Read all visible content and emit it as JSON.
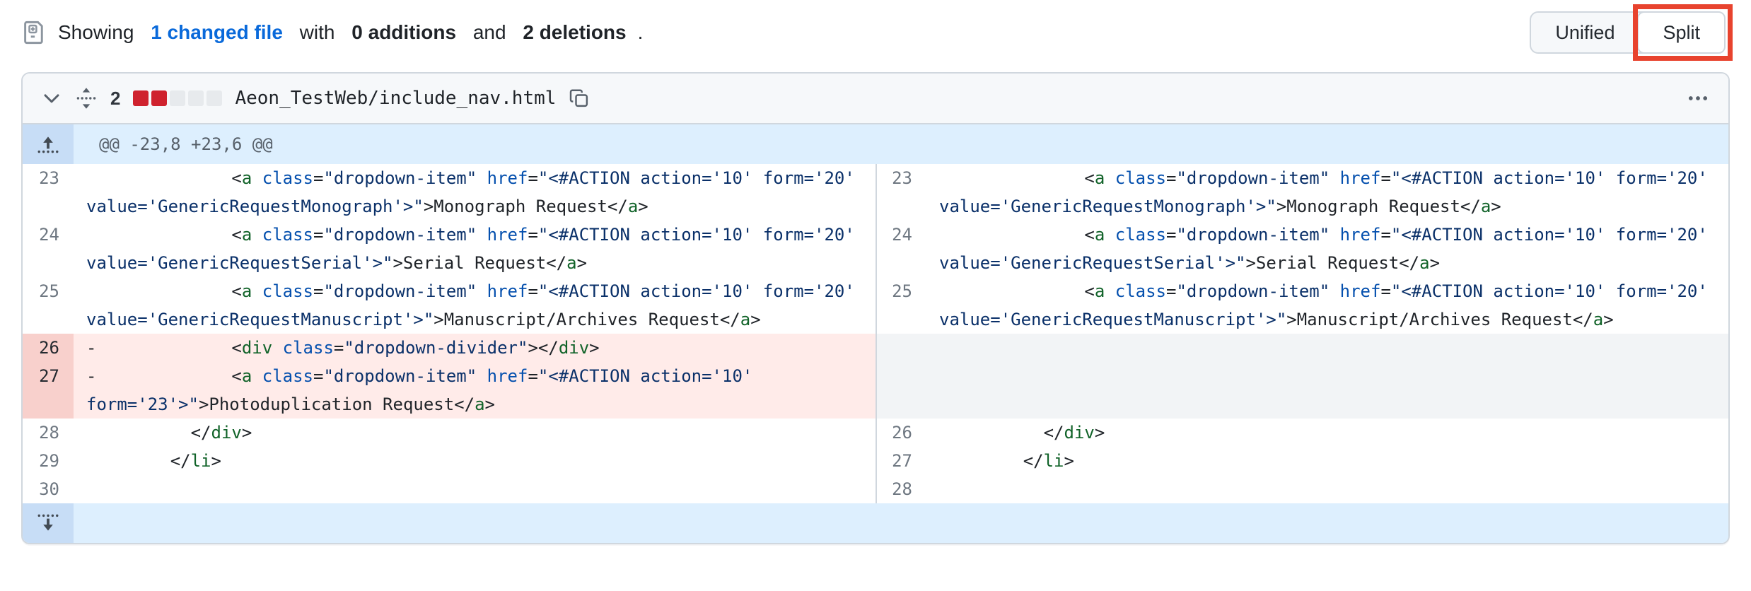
{
  "colors": {
    "annotation_red": "#e8432e",
    "link_blue": "#0969da",
    "deletion_line_bg": "#ffebe9",
    "deletion_gutter_bg": "#f8d0cc",
    "hunk_bg": "#ddeffe",
    "border": "#d0d7de"
  },
  "icons": {
    "summary": "file-diff-icon",
    "collapse": "chevron-down-icon",
    "drag": "drag-handle-icon",
    "copy": "copy-icon",
    "menu": "kebab-menu-icon",
    "expand_up": "expand-up-icon",
    "expand_down": "expand-down-icon"
  },
  "header": {
    "summary": {
      "prefix": "Showing ",
      "changed_link": "1 changed file",
      "with": " with ",
      "additions": "0 additions",
      "and": " and ",
      "deletions": "2 deletions",
      "period": "."
    },
    "view_toggle": {
      "unified": "Unified",
      "split": "Split",
      "selected": "Split"
    }
  },
  "file": {
    "changes_count": "2",
    "name": "Aeon_TestWeb/include_nav.html",
    "diffstat_colors": [
      "#cf222e",
      "#cf222e",
      "#e7eaed",
      "#e7eaed",
      "#e7eaed"
    ],
    "menu_glyph": "•••"
  },
  "diff": {
    "hunk_header": "@@ -23,8 +23,6 @@",
    "rows": [
      {
        "left": {
          "num": "23",
          "type": "context",
          "code": {
            "marker": "",
            "segments": [
              {
                "k": "plain",
                "t": "            <"
              },
              {
                "k": "tag",
                "t": "a"
              },
              {
                "k": "plain",
                "t": " "
              },
              {
                "k": "attr",
                "t": "class"
              },
              {
                "k": "plain",
                "t": "="
              },
              {
                "k": "str",
                "t": "\"dropdown-item\""
              },
              {
                "k": "plain",
                "t": " "
              },
              {
                "k": "attr",
                "t": "href"
              },
              {
                "k": "plain",
                "t": "="
              },
              {
                "k": "str",
                "t": "\"<#ACTION action='10' form='20' value='GenericRequestMonograph'>\""
              },
              {
                "k": "plain",
                "t": ">Monograph Request</"
              },
              {
                "k": "tag",
                "t": "a"
              },
              {
                "k": "plain",
                "t": ">"
              }
            ]
          }
        },
        "right": {
          "num": "23",
          "type": "context",
          "code": {
            "marker": "",
            "segments": [
              {
                "k": "plain",
                "t": "            <"
              },
              {
                "k": "tag",
                "t": "a"
              },
              {
                "k": "plain",
                "t": " "
              },
              {
                "k": "attr",
                "t": "class"
              },
              {
                "k": "plain",
                "t": "="
              },
              {
                "k": "str",
                "t": "\"dropdown-item\""
              },
              {
                "k": "plain",
                "t": " "
              },
              {
                "k": "attr",
                "t": "href"
              },
              {
                "k": "plain",
                "t": "="
              },
              {
                "k": "str",
                "t": "\"<#ACTION action='10' form='20' value='GenericRequestMonograph'>\""
              },
              {
                "k": "plain",
                "t": ">Monograph Request</"
              },
              {
                "k": "tag",
                "t": "a"
              },
              {
                "k": "plain",
                "t": ">"
              }
            ]
          }
        }
      },
      {
        "left": {
          "num": "24",
          "type": "context",
          "code": {
            "marker": "",
            "segments": [
              {
                "k": "plain",
                "t": "            <"
              },
              {
                "k": "tag",
                "t": "a"
              },
              {
                "k": "plain",
                "t": " "
              },
              {
                "k": "attr",
                "t": "class"
              },
              {
                "k": "plain",
                "t": "="
              },
              {
                "k": "str",
                "t": "\"dropdown-item\""
              },
              {
                "k": "plain",
                "t": " "
              },
              {
                "k": "attr",
                "t": "href"
              },
              {
                "k": "plain",
                "t": "="
              },
              {
                "k": "str",
                "t": "\"<#ACTION action='10' form='20' value='GenericRequestSerial'>\""
              },
              {
                "k": "plain",
                "t": ">Serial Request</"
              },
              {
                "k": "tag",
                "t": "a"
              },
              {
                "k": "plain",
                "t": ">"
              }
            ]
          }
        },
        "right": {
          "num": "24",
          "type": "context",
          "code": {
            "marker": "",
            "segments": [
              {
                "k": "plain",
                "t": "            <"
              },
              {
                "k": "tag",
                "t": "a"
              },
              {
                "k": "plain",
                "t": " "
              },
              {
                "k": "attr",
                "t": "class"
              },
              {
                "k": "plain",
                "t": "="
              },
              {
                "k": "str",
                "t": "\"dropdown-item\""
              },
              {
                "k": "plain",
                "t": " "
              },
              {
                "k": "attr",
                "t": "href"
              },
              {
                "k": "plain",
                "t": "="
              },
              {
                "k": "str",
                "t": "\"<#ACTION action='10' form='20' value='GenericRequestSerial'>\""
              },
              {
                "k": "plain",
                "t": ">Serial Request</"
              },
              {
                "k": "tag",
                "t": "a"
              },
              {
                "k": "plain",
                "t": ">"
              }
            ]
          }
        }
      },
      {
        "left": {
          "num": "25",
          "type": "context",
          "code": {
            "marker": "",
            "segments": [
              {
                "k": "plain",
                "t": "            <"
              },
              {
                "k": "tag",
                "t": "a"
              },
              {
                "k": "plain",
                "t": " "
              },
              {
                "k": "attr",
                "t": "class"
              },
              {
                "k": "plain",
                "t": "="
              },
              {
                "k": "str",
                "t": "\"dropdown-item\""
              },
              {
                "k": "plain",
                "t": " "
              },
              {
                "k": "attr",
                "t": "href"
              },
              {
                "k": "plain",
                "t": "="
              },
              {
                "k": "str",
                "t": "\"<#ACTION action='10' form='20' value='GenericRequestManuscript'>\""
              },
              {
                "k": "plain",
                "t": ">Manuscript/Archives Request</"
              },
              {
                "k": "tag",
                "t": "a"
              },
              {
                "k": "plain",
                "t": ">"
              }
            ]
          }
        },
        "right": {
          "num": "25",
          "type": "context",
          "code": {
            "marker": "",
            "segments": [
              {
                "k": "plain",
                "t": "            <"
              },
              {
                "k": "tag",
                "t": "a"
              },
              {
                "k": "plain",
                "t": " "
              },
              {
                "k": "attr",
                "t": "class"
              },
              {
                "k": "plain",
                "t": "="
              },
              {
                "k": "str",
                "t": "\"dropdown-item\""
              },
              {
                "k": "plain",
                "t": " "
              },
              {
                "k": "attr",
                "t": "href"
              },
              {
                "k": "plain",
                "t": "="
              },
              {
                "k": "str",
                "t": "\"<#ACTION action='10' form='20' value='GenericRequestManuscript'>\""
              },
              {
                "k": "plain",
                "t": ">Manuscript/Archives Request</"
              },
              {
                "k": "tag",
                "t": "a"
              },
              {
                "k": "plain",
                "t": ">"
              }
            ]
          }
        }
      },
      {
        "left": {
          "num": "26",
          "type": "deletion",
          "code": {
            "marker": "-",
            "segments": [
              {
                "k": "plain",
                "t": "            <"
              },
              {
                "k": "tag",
                "t": "div"
              },
              {
                "k": "plain",
                "t": " "
              },
              {
                "k": "attr",
                "t": "class"
              },
              {
                "k": "plain",
                "t": "="
              },
              {
                "k": "str",
                "t": "\"dropdown-divider\""
              },
              {
                "k": "plain",
                "t": "></"
              },
              {
                "k": "tag",
                "t": "div"
              },
              {
                "k": "plain",
                "t": ">"
              }
            ]
          }
        },
        "right": {
          "type": "empty"
        }
      },
      {
        "left": {
          "num": "27",
          "type": "deletion",
          "code": {
            "marker": "-",
            "segments": [
              {
                "k": "plain",
                "t": "            <"
              },
              {
                "k": "tag",
                "t": "a"
              },
              {
                "k": "plain",
                "t": " "
              },
              {
                "k": "attr",
                "t": "class"
              },
              {
                "k": "plain",
                "t": "="
              },
              {
                "k": "str",
                "t": "\"dropdown-item\""
              },
              {
                "k": "plain",
                "t": " "
              },
              {
                "k": "attr",
                "t": "href"
              },
              {
                "k": "plain",
                "t": "="
              },
              {
                "k": "str",
                "t": "\"<#ACTION action='10' form='23'>\""
              },
              {
                "k": "plain",
                "t": ">Photoduplication Request</"
              },
              {
                "k": "tag",
                "t": "a"
              },
              {
                "k": "plain",
                "t": ">"
              }
            ]
          }
        },
        "right": {
          "type": "empty"
        }
      },
      {
        "left": {
          "num": "28",
          "type": "context",
          "code": {
            "marker": "",
            "segments": [
              {
                "k": "plain",
                "t": "        </"
              },
              {
                "k": "tag",
                "t": "div"
              },
              {
                "k": "plain",
                "t": ">"
              }
            ]
          }
        },
        "right": {
          "num": "26",
          "type": "context",
          "code": {
            "marker": "",
            "segments": [
              {
                "k": "plain",
                "t": "        </"
              },
              {
                "k": "tag",
                "t": "div"
              },
              {
                "k": "plain",
                "t": ">"
              }
            ]
          }
        }
      },
      {
        "left": {
          "num": "29",
          "type": "context",
          "code": {
            "marker": "",
            "segments": [
              {
                "k": "plain",
                "t": "      </"
              },
              {
                "k": "tag",
                "t": "li"
              },
              {
                "k": "plain",
                "t": ">"
              }
            ]
          }
        },
        "right": {
          "num": "27",
          "type": "context",
          "code": {
            "marker": "",
            "segments": [
              {
                "k": "plain",
                "t": "      </"
              },
              {
                "k": "tag",
                "t": "li"
              },
              {
                "k": "plain",
                "t": ">"
              }
            ]
          }
        }
      },
      {
        "left": {
          "num": "30",
          "type": "context",
          "code": {
            "marker": "",
            "segments": []
          }
        },
        "right": {
          "num": "28",
          "type": "context",
          "code": {
            "marker": "",
            "segments": []
          }
        }
      }
    ]
  }
}
